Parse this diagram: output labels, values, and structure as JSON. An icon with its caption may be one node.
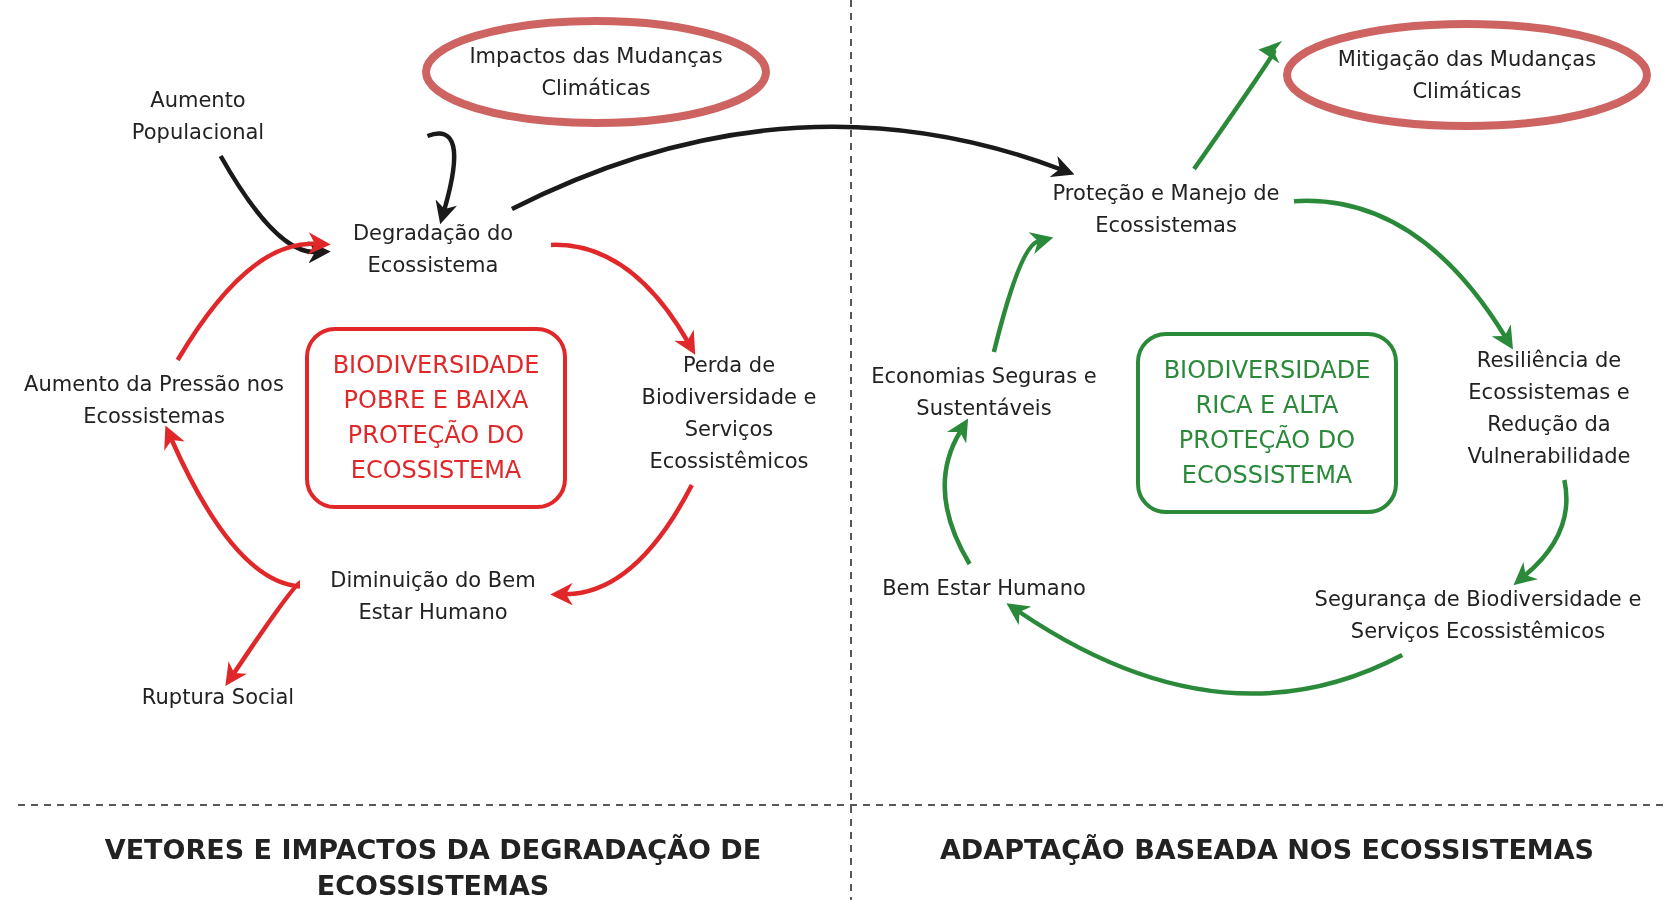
{
  "diagram": {
    "nodes": [
      {
        "text": [
          "Impactos das Mudanças Climáticas"
        ]
      },
      {
        "text": [
          "Aumento Populacional"
        ]
      },
      {
        "text": [
          "Degradação do Ecossistema"
        ]
      },
      {
        "text": [
          "Perda de Biodiversidade e Serviços Ecossistêmicos"
        ]
      },
      {
        "text": [
          "Diminuição do Bem Estar Humano"
        ]
      },
      {
        "text": [
          "Aumento da Pressão nos Ecossistemas"
        ]
      },
      {
        "text": [
          "Ruptura Social"
        ]
      },
      {
        "text": [
          "BIODIVERSIDADE POBRE E BAIXA PROTEÇÃO DO ECOSSISTEMA"
        ]
      },
      {
        "text": [
          "Mitigação das Mudanças Climáticas"
        ]
      },
      {
        "text": [
          "Proteção e Manejo de Ecossistemas"
        ]
      },
      {
        "text": [
          "Resiliência de Ecossistemas e Redução da Vulnerabilidade"
        ]
      },
      {
        "text": [
          "Segurança de Biodiversidade e Serviços Ecossistêmicos"
        ]
      },
      {
        "text": [
          "Bem Estar Humano"
        ]
      },
      {
        "text": [
          "Economias Seguras e Sustentáveis"
        ]
      },
      {
        "text": [
          "BIODIVERSIDADE RICA E ALTA PROTEÇÃO DO ECOSSISTEMA"
        ]
      }
    ],
    "edges": [
      {
        "from": 0,
        "to": 2,
        "arrow": "to",
        "color": "#1a1a1a"
      },
      {
        "from": 1,
        "to": 2,
        "arrow": "to",
        "color": "#1a1a1a"
      },
      {
        "from": 2,
        "to": 9,
        "arrow": "to",
        "color": "#1a1a1a"
      },
      {
        "from": 2,
        "to": 3,
        "arrow": "to",
        "color": "#e0282a"
      },
      {
        "from": 3,
        "to": 4,
        "arrow": "to",
        "color": "#e0282a"
      },
      {
        "from": 4,
        "to": 5,
        "arrow": "to",
        "color": "#e0282a"
      },
      {
        "from": 4,
        "to": 6,
        "arrow": "to",
        "color": "#e0282a"
      },
      {
        "from": 5,
        "to": 2,
        "arrow": "to",
        "color": "#e0282a"
      },
      {
        "from": 9,
        "to": 8,
        "arrow": "to",
        "color": "#2a8a3a"
      },
      {
        "from": 9,
        "to": 10,
        "arrow": "to",
        "color": "#2a8a3a"
      },
      {
        "from": 10,
        "to": 11,
        "arrow": "to",
        "color": "#2a8a3a"
      },
      {
        "from": 11,
        "to": 12,
        "arrow": "to",
        "color": "#2a8a3a"
      },
      {
        "from": 12,
        "to": 13,
        "arrow": "to",
        "color": "#2a8a3a"
      },
      {
        "from": 13,
        "to": 9,
        "arrow": "to",
        "color": "#2a8a3a"
      }
    ],
    "labels": [
      "VETORES E IMPACTOS DA DEGRADAÇÃO DE ECOSSISTEMAS",
      "ADAPTAÇÃO BASEADA NOS ECOSSISTEMAS"
    ]
  }
}
